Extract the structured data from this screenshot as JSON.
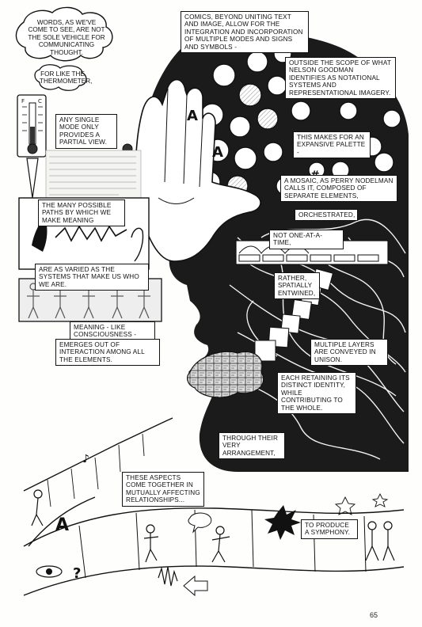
{
  "page_number": "65",
  "captions": {
    "words": "Words, as we've come to see, are not the sole vehicle for communicating thought.",
    "thermometer": "For like the thermometer,",
    "comics": "Comics, beyond uniting text and image, allow for the integration and incorporation of multiple modes and signs and symbols -",
    "goodman": "outside the scope of what Nelson Goodman identifies as notational systems and representational imagery.",
    "partial": "Any single mode only provides a partial view.",
    "palette": "This makes for an expansive palette -",
    "mosaic": "A mosaic, as Perry Nodelman calls it, composed of separate elements,",
    "paths": "The many possible paths by which we make meaning",
    "orchestrated": "orchestrated,",
    "one_at_a_time": "not one-at-a-time,",
    "systems": "are as varied as the systems that make us who we are.",
    "spatially": "rather, spatially entwined,",
    "meaning": "Meaning - like consciousness -",
    "emerges": "emerges out of interaction among all the elements.",
    "layers": "Multiple layers are conveyed in unison.",
    "identity": "Each retaining its distinct identity, while contributing to the whole.",
    "arrangement": "Through their very arrangement,",
    "aspects": "These aspects come together in mutually affecting relationships...",
    "symphony": "to produce a symphony."
  },
  "thermometer_labels": {
    "f": "F",
    "c": "C"
  },
  "glyphs": {
    "letter_a": "A",
    "question": "?",
    "hash": "#",
    "note": "♪"
  },
  "colors": {
    "ink": "#111111",
    "paper": "#fefefc",
    "head": "#1b1b1b"
  }
}
